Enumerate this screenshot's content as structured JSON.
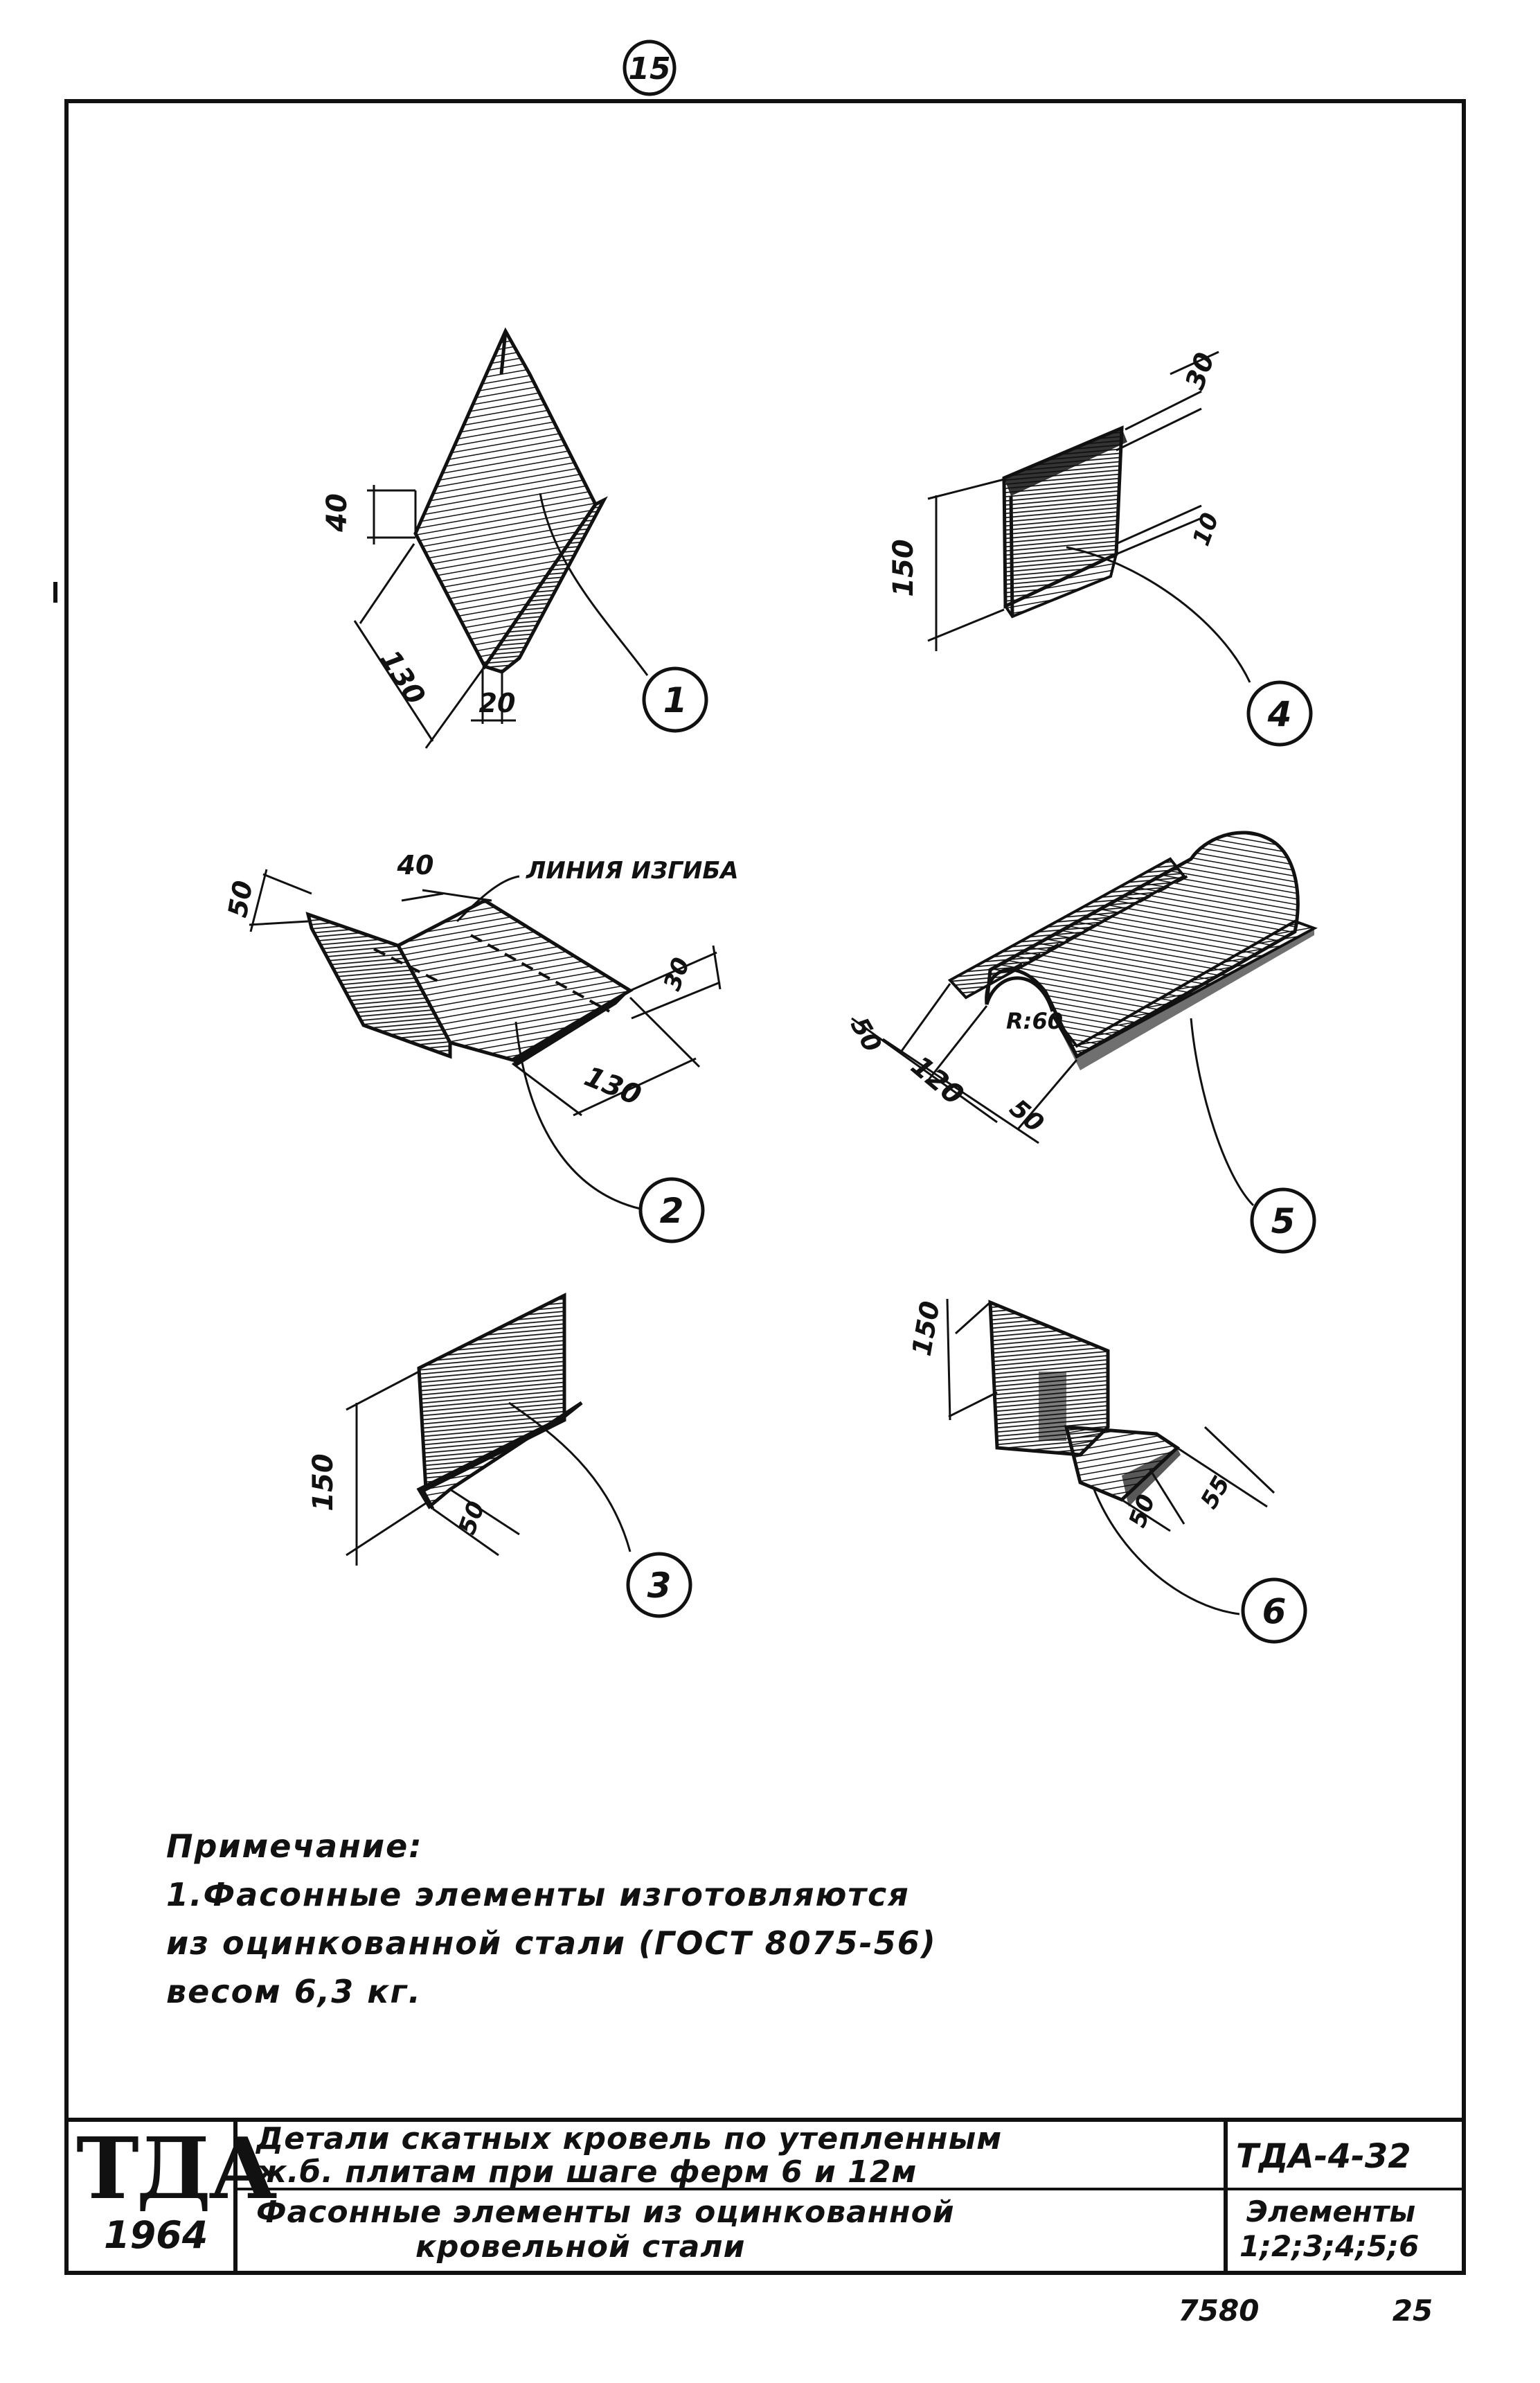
{
  "sheet": {
    "page_number": "15",
    "archive_number": "7580",
    "sheet_index": "25"
  },
  "details": [
    {
      "id": "1",
      "dims": [
        "40",
        "130",
        "20"
      ]
    },
    {
      "id": "2",
      "dims": [
        "50",
        "40",
        "30",
        "130"
      ],
      "annotation": "ЛИНИЯ ИЗГИБА"
    },
    {
      "id": "3",
      "dims": [
        "150",
        "50"
      ]
    },
    {
      "id": "4",
      "dims": [
        "30",
        "10",
        "150"
      ]
    },
    {
      "id": "5",
      "dims": [
        "50",
        "120",
        "50",
        "R:60"
      ]
    },
    {
      "id": "6",
      "dims": [
        "150",
        "50",
        "55"
      ]
    }
  ],
  "note": {
    "heading": "Примечание:",
    "lines": [
      "1.Фасонные элементы изготовляются",
      "из оцинкованной стали (ГОСТ 8075-56)",
      "весом 6,3 кг."
    ]
  },
  "title_block": {
    "org": "ТДА",
    "year": "1964",
    "title_line1": "Детали скатных кровель по утепленным",
    "title_line2": "ж.б. плитам при шаге ферм 6 и 12м",
    "subtitle_line1": "Фасонные элементы из оцинкованной",
    "subtitle_line2": "кровельной стали",
    "code": "ТДА-4-32",
    "elements_label": "Элементы",
    "elements_list": "1;2;3;4;5;6"
  }
}
